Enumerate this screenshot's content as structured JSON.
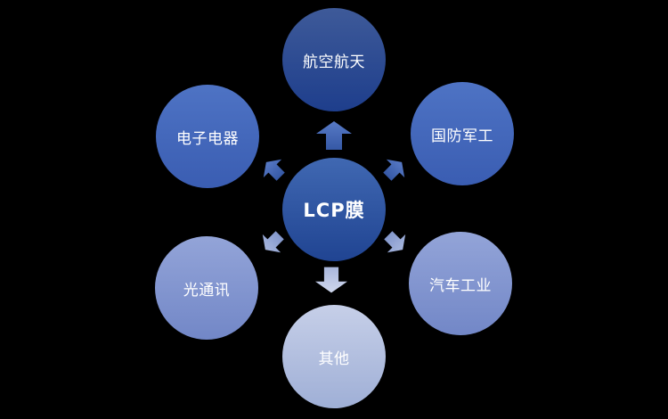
{
  "diagram": {
    "type": "radial-hub-spoke",
    "center_node": {
      "label": "LCP膜"
    },
    "nodes": {
      "top": {
        "label": "航空航天"
      },
      "top_right": {
        "label": "国防军工"
      },
      "bottom_right": {
        "label": "汽车工业"
      },
      "bottom": {
        "label": "其他"
      },
      "bottom_left": {
        "label": "光通讯"
      },
      "top_left": {
        "label": "电子电器"
      }
    },
    "arrows": [
      {
        "name": "arrow-to-aerospace",
        "direction": "up",
        "style": "blue"
      },
      {
        "name": "arrow-to-electronics",
        "direction": "up-left",
        "style": "blue"
      },
      {
        "name": "arrow-to-defense",
        "direction": "up-right",
        "style": "blue"
      },
      {
        "name": "arrow-to-optical",
        "direction": "down-left",
        "style": "light"
      },
      {
        "name": "arrow-to-automotive",
        "direction": "down-right",
        "style": "light"
      },
      {
        "name": "arrow-to-other",
        "direction": "down",
        "style": "lightest"
      }
    ]
  },
  "colors": {
    "background": "#000000",
    "text": "#ffffff",
    "node_aerospace_top": "#3E5A99",
    "node_aerospace_bottom": "#1E3E8C",
    "node_center_top": "#4068B2",
    "node_center_bottom": "#204492",
    "node_mid_top": "#4E73C4",
    "node_mid_bottom": "#3A5DB2",
    "node_light_top": "#93A4D8",
    "node_light_bottom": "#7287C7",
    "node_lightest_top": "#C6CFE8",
    "node_lightest_bottom": "#9FAFD6",
    "arrow_blue_top": "#5E80CB",
    "arrow_blue_bottom": "#2F52A0",
    "arrow_light_top": "#AEBCE1",
    "arrow_light_bottom": "#7D92C9",
    "arrow_lightest_top": "#D6DDF0",
    "arrow_lightest_bottom": "#A2B1D9"
  }
}
